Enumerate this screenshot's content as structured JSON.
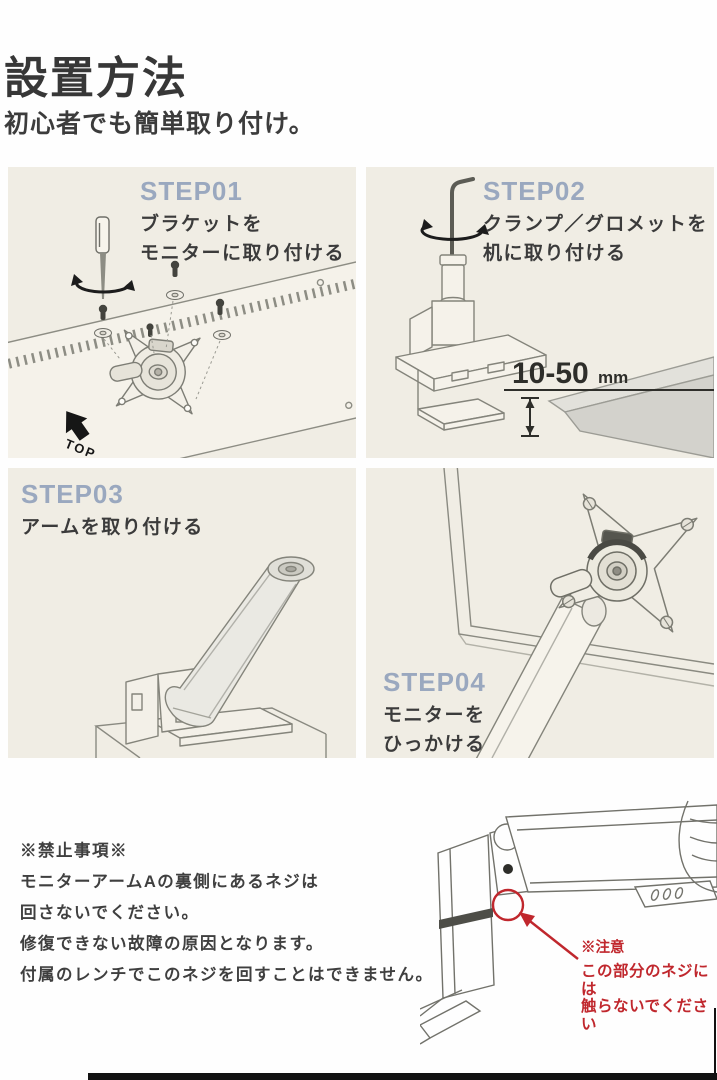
{
  "page": {
    "title": "設置方法",
    "subtitle": "初心者でも簡単取り付け。"
  },
  "steps": [
    {
      "id": "STEP01",
      "lines": [
        "ブラケットを",
        "モニターに取り付ける"
      ],
      "annotation": "TOP"
    },
    {
      "id": "STEP02",
      "lines": [
        "クランプ／グロメットを",
        "机に取り付ける"
      ],
      "measurement_value": "10-50",
      "measurement_unit": "mm"
    },
    {
      "id": "STEP03",
      "lines": [
        "アームを取り付ける"
      ]
    },
    {
      "id": "STEP04",
      "lines": [
        "モニターを",
        "ひっかける"
      ]
    }
  ],
  "prohibition": {
    "heading": "※禁止事項※",
    "lines": [
      "モニターアームAの裏側にあるネジは",
      "回さないでください。",
      "修復できない故障の原因となります。",
      "付属のレンチでこのネジを回すことはできません。"
    ]
  },
  "caution": {
    "heading": "※注意",
    "lines": [
      "この部分のネジには",
      "触らないでください"
    ]
  },
  "colors": {
    "panel_bg": "#f0ede4",
    "step_label_blue": "#9aa8bf",
    "body_text": "#3b3b3b",
    "caution_red": "#c0272d"
  }
}
